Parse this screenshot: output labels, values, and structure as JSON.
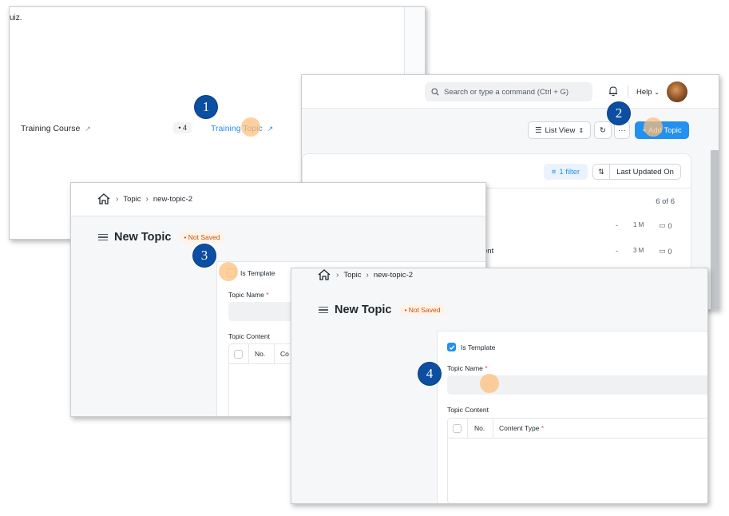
{
  "colors": {
    "primary": "#2490ef",
    "marker": "#0b4ea2",
    "status_text": "#c4510e",
    "status_bg": "#fff3e8",
    "cursor": "#ffbe78"
  },
  "course_panel": {
    "quiz_text": "uiz.",
    "course_card": {
      "label": "Training Course",
      "count": "• 4",
      "icon": "arrow-up-right-icon"
    },
    "topic_card": {
      "label": "Training Topic",
      "icon": "arrow-up-right-icon"
    }
  },
  "list_panel": {
    "search_placeholder": "Search or type a command (Ctrl + G)",
    "help_label": "Help",
    "buttons": {
      "list_view": "List View",
      "more": "···",
      "add": "+ Add Topic"
    },
    "filter_label": "1 filter",
    "sort_label": "Last Updated On",
    "count_text": "6 of 6",
    "rows": [
      {
        "snippet": "",
        "dash": "-",
        "age": "1 M",
        "comments": "0"
      },
      {
        "snippet": "ent",
        "dash": "-",
        "age": "3 M",
        "comments": "0"
      }
    ]
  },
  "form_panel_1": {
    "breadcrumb": [
      "Topic",
      "new-topic-2"
    ],
    "title": "New Topic",
    "status": "• Not Saved",
    "is_template_label": "Is Template",
    "is_template_checked": false,
    "topic_name_label": "Topic Name",
    "topic_content_label": "Topic Content",
    "columns": [
      "No.",
      "Co"
    ]
  },
  "form_panel_2": {
    "breadcrumb": [
      "Topic",
      "new-topic-2"
    ],
    "title": "New Topic",
    "status": "• Not Saved",
    "is_template_label": "Is Template",
    "is_template_checked": true,
    "topic_name_label": "Topic Name",
    "topic_content_label": "Topic Content",
    "columns": [
      "No.",
      "Content Type"
    ]
  },
  "markers": [
    "1",
    "2",
    "3",
    "4"
  ]
}
